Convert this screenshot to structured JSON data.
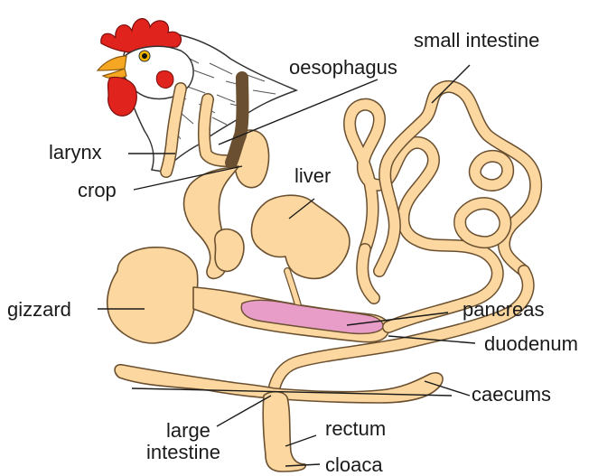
{
  "labels": {
    "small_intestine": "small intestine",
    "oesophagus": "oesophagus",
    "larynx": "larynx",
    "crop": "crop",
    "liver": "liver",
    "gizzard": "gizzard",
    "pancreas": "pancreas",
    "duodenum": "duodenum",
    "caecums": "caecums",
    "large_intestine_line1": "large",
    "large_intestine_line2": "intestine",
    "rectum": "rectum",
    "cloaca": "cloaca"
  },
  "colors": {
    "organ_fill": "#fcd8a0",
    "organ_outline": "#6a5030",
    "pancreas_fill": "#e89cc8",
    "comb_red": "#e0231c",
    "beak_orange": "#f5a623"
  },
  "icons": [
    "chicken-head-illustration"
  ]
}
